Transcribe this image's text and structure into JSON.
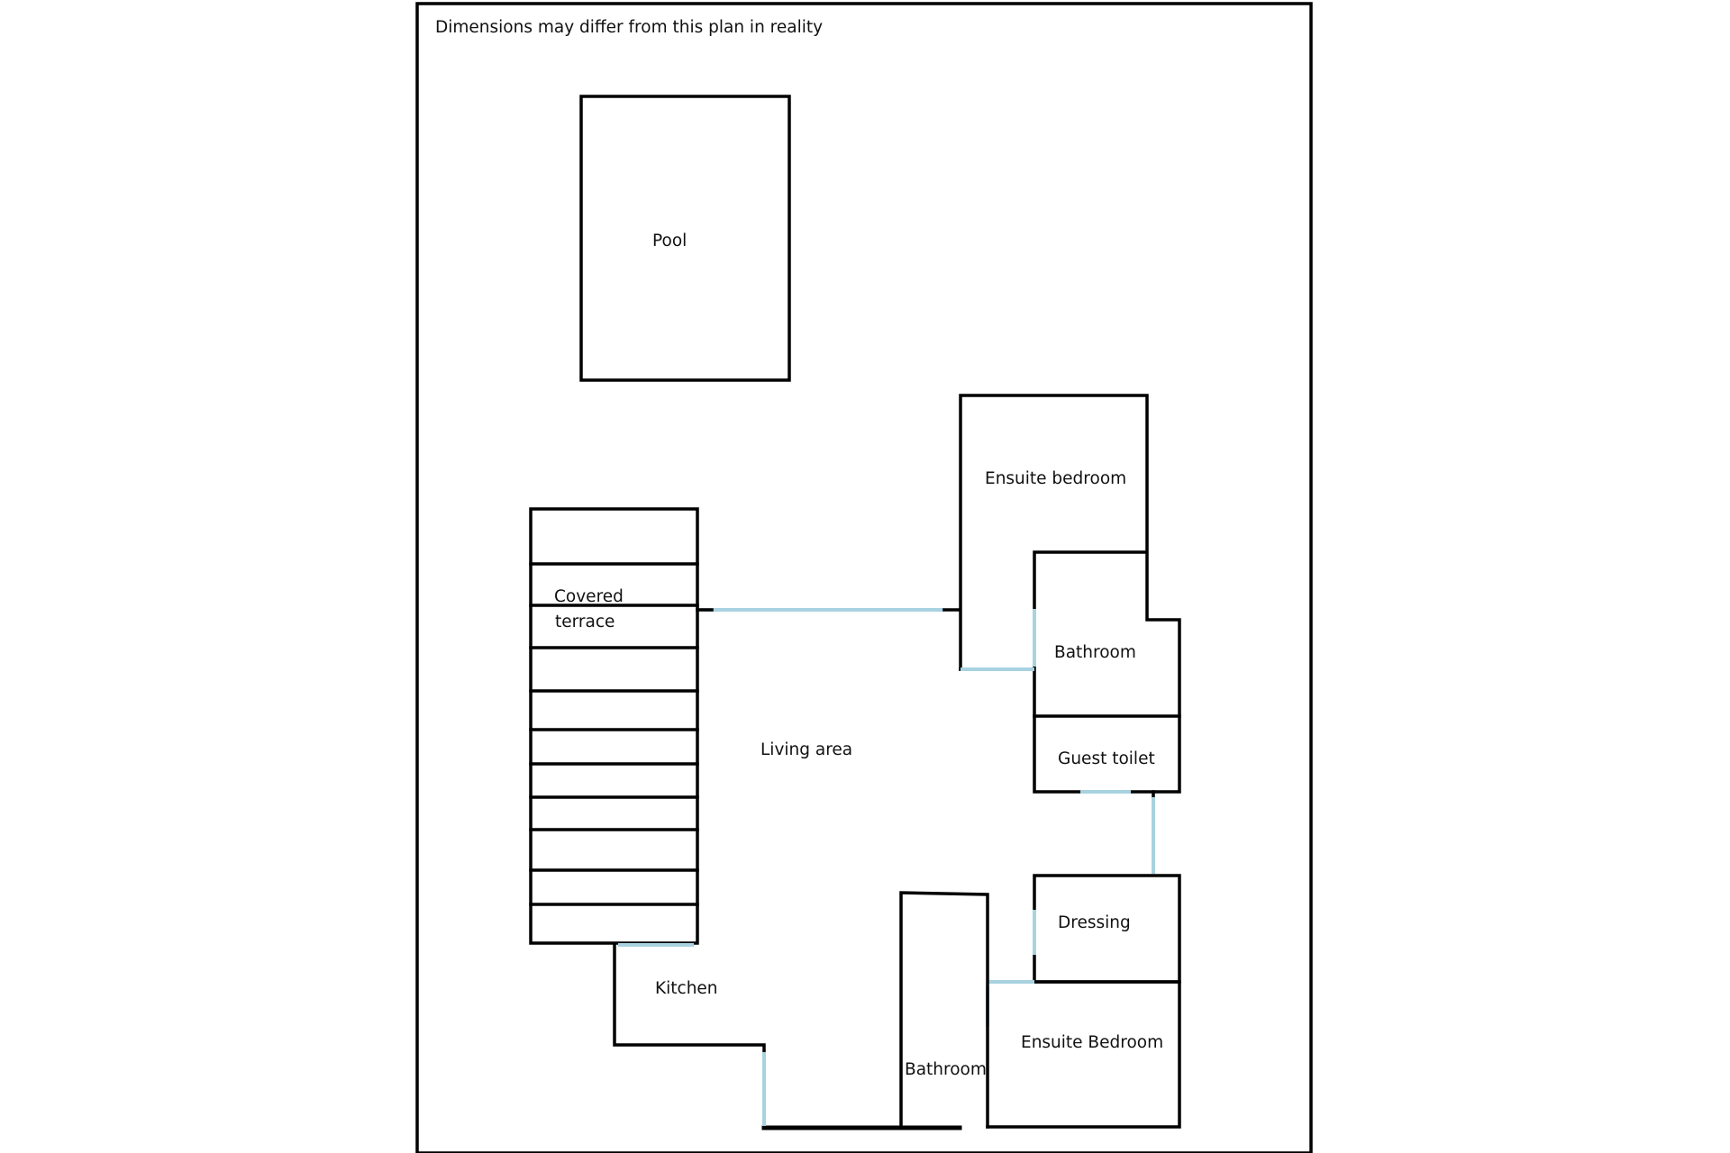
{
  "note": "Dimensions may differ from this plan in reality",
  "rooms": {
    "pool": "Pool",
    "ensuite_bedroom_top": "Ensuite bedroom",
    "covered_terrace_line1": "Covered",
    "covered_terrace_line2": "terrace",
    "bathroom_top": "Bathroom",
    "living_area": "Living area",
    "guest_toilet": "Guest toilet",
    "dressing": "Dressing",
    "kitchen": "Kitchen",
    "ensuite_bedroom_bottom": "Ensuite Bedroom",
    "bathroom_bottom": "Bathroom"
  },
  "colors": {
    "wall": "#000000",
    "door": "#a8d2e0"
  }
}
